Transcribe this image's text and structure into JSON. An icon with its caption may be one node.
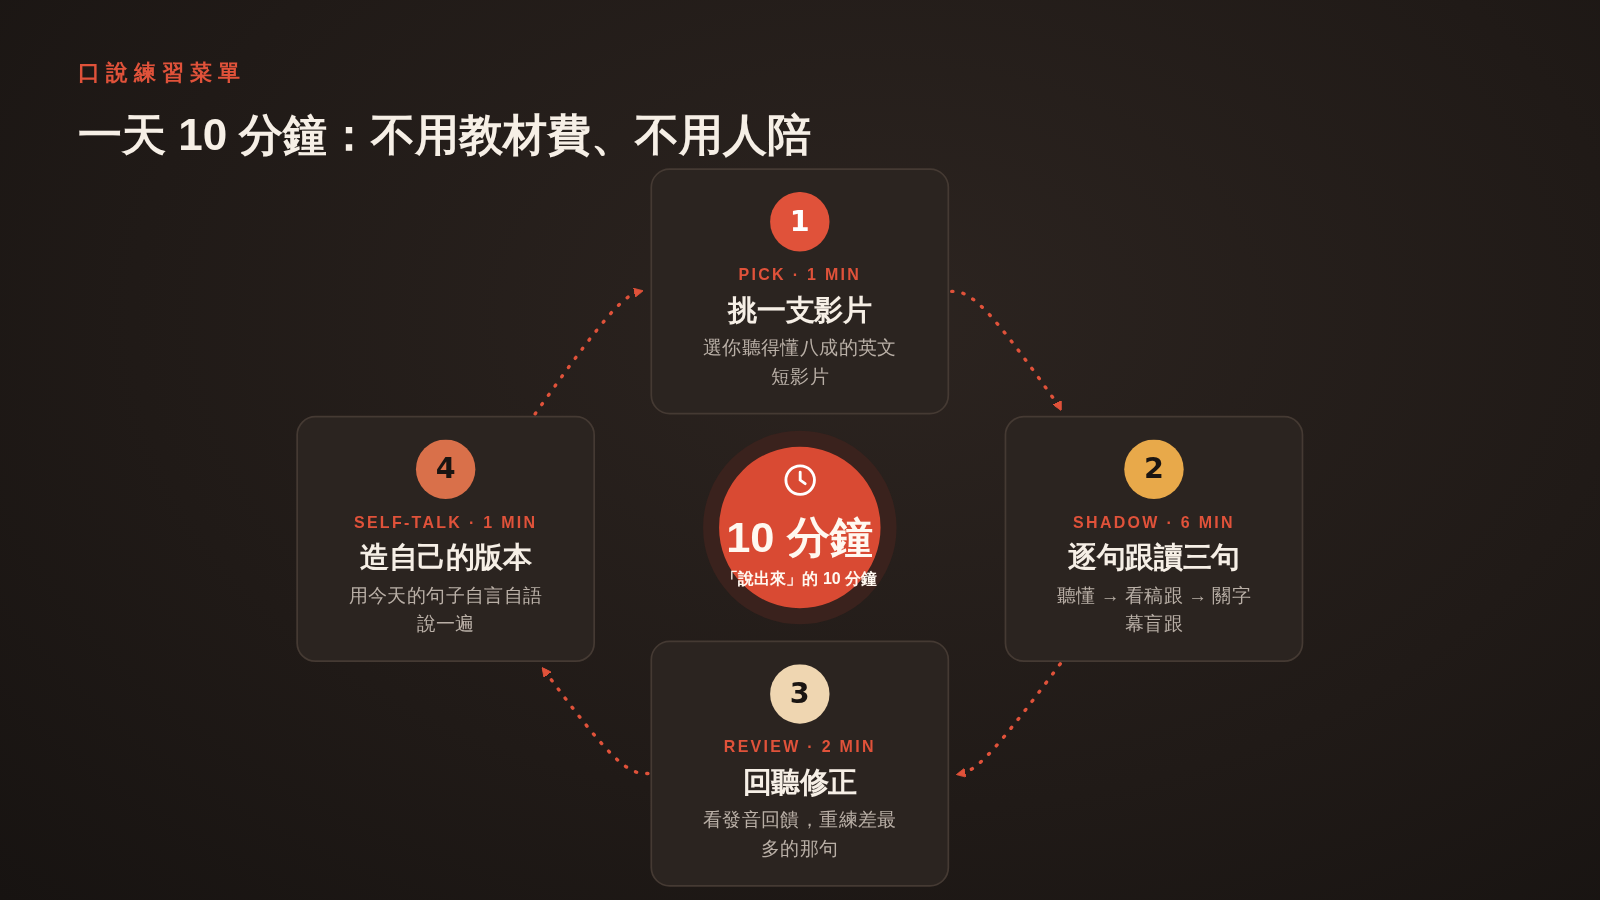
{
  "diagram": {
    "title": "一天 10 分鐘：不用教材費、不用人陪",
    "nodes": [
      {
        "text": [
          "1",
          "PICK · 1 MIN",
          "挑一支影片",
          "選你聽得懂八成的英文短影片"
        ]
      },
      {
        "text": [
          "4",
          "SELF-TALK · 1 MIN",
          "造自己的版本",
          "用今天的句子自言自語說一遍"
        ]
      },
      {
        "text": [
          "10 分鐘",
          "「說出來」的 10 分鐘"
        ]
      },
      {
        "text": [
          "2",
          "SHADOW · 6 MIN",
          "逐句跟讀三句",
          "聽懂 → 看稿跟 → 關字幕盲跟"
        ]
      },
      {
        "text": [
          "3",
          "REVIEW · 2 MIN",
          "回聽修正",
          "看發音回饋，重練差最多的那句"
        ]
      }
    ],
    "edges": [
      {
        "from": 0,
        "to": 3,
        "arrow": "to",
        "style": "dashed"
      },
      {
        "from": 3,
        "to": 4,
        "arrow": "to",
        "style": "dashed"
      },
      {
        "from": 4,
        "to": 1,
        "arrow": "to",
        "style": "dashed"
      },
      {
        "from": 1,
        "to": 0,
        "arrow": "to",
        "style": "dashed"
      }
    ],
    "labels": [
      "口說練習菜單"
    ]
  }
}
